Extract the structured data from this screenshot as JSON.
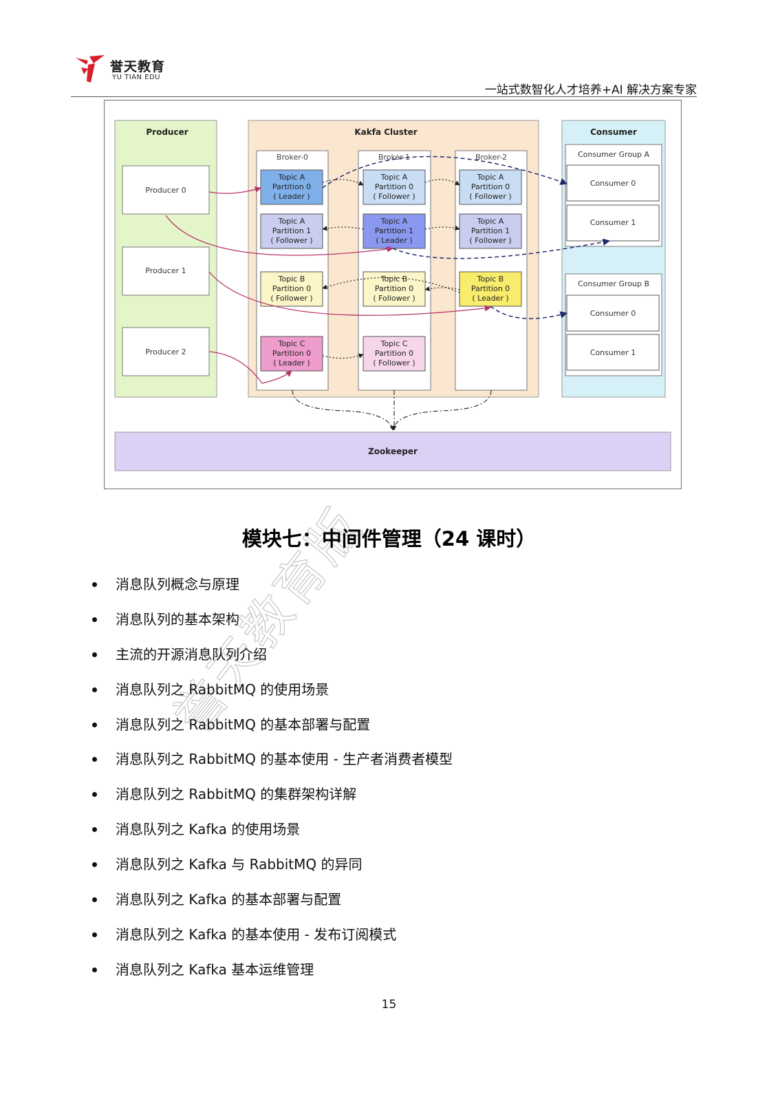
{
  "header": {
    "logo_cn": "誉天教育",
    "logo_en": "YU TIAN EDU",
    "tagline": "一站式数智化人才培养+AI 解决方案专家",
    "colors": {
      "logo_red": "#d8202a",
      "rule": "#555555"
    }
  },
  "diagram": {
    "producer_group": {
      "title": "Producer",
      "items": [
        "Producer 0",
        "Producer 1",
        "Producer 2"
      ]
    },
    "cluster": {
      "title": "Kakfa Cluster",
      "brokers": [
        {
          "name": "Broker-0",
          "partitions": [
            {
              "topic": "Topic A",
              "partition": "Partition 0",
              "role": "( Leader )"
            },
            {
              "topic": "Topic A",
              "partition": "Partition 1",
              "role": "( Follower )"
            },
            {
              "topic": "Topic B",
              "partition": "Partition 0",
              "role": "( Follower )"
            },
            {
              "topic": "Topic C",
              "partition": "Partition 0",
              "role": "( Leader )"
            }
          ]
        },
        {
          "name": "Broker-1",
          "partitions": [
            {
              "topic": "Topic A",
              "partition": "Partition 0",
              "role": "( Follower )"
            },
            {
              "topic": "Topic A",
              "partition": "Partition 1",
              "role": "( Leader )"
            },
            {
              "topic": "Topic B",
              "partition": "Partition 0",
              "role": "( Follower )"
            },
            {
              "topic": "Topic C",
              "partition": "Partition 0",
              "role": "( Follower )"
            }
          ]
        },
        {
          "name": "Broker-2",
          "partitions": [
            {
              "topic": "Topic A",
              "partition": "Partition 0",
              "role": "( Follower )"
            },
            {
              "topic": "Topic A",
              "partition": "Partition 1",
              "role": "( Follower )"
            },
            {
              "topic": "Topic B",
              "partition": "Partition 0",
              "role": "( Leader )"
            }
          ]
        }
      ]
    },
    "consumer_group": {
      "title": "Consumer",
      "groups": [
        {
          "name": "Consumer Group A",
          "items": [
            "Consumer 0",
            "Consumer 1"
          ]
        },
        {
          "name": "Consumer Group B",
          "items": [
            "Consumer 0",
            "Consumer 1"
          ]
        }
      ]
    },
    "zookeeper": "Zookeeper",
    "colors": {
      "producer_bg": "#e4f5c9",
      "cluster_bg": "#fbe6cf",
      "consumer_bg": "#d5f1f7",
      "zookeeper_bg": "#ddd0f5",
      "topic_a_leader": "#7fb0ea",
      "topic_a_p0_follower": "#c8ddf3",
      "topic_a_p1_leader": "#8b98ef",
      "topic_a_p1_follower": "#c9cdef",
      "topic_b_leader": "#f8ec6c",
      "topic_b_follower": "#fbf5c8",
      "topic_c_leader": "#ee9ccb",
      "topic_c_follower": "#f6d6ea",
      "produce_arrow": "#b8336a",
      "consume_arrow": "#1e2a6b"
    }
  },
  "module": {
    "title": "模块七：中间件管理（24 课时）",
    "bullets": [
      "消息队列概念与原理",
      "消息队列的基本架构",
      "主流的开源消息队列介绍",
      "消息队列之 RabbitMQ 的使用场景",
      "消息队列之 RabbitMQ 的基本部署与配置",
      "消息队列之 RabbitMQ 的基本使用 - 生产者消费者模型",
      "消息队列之 RabbitMQ 的集群架构详解",
      "消息队列之 Kafka 的使用场景",
      "消息队列之 Kafka 与 RabbitMQ 的异同",
      "消息队列之 Kafka 的基本部署与配置",
      "消息队列之 Kafka 的基本使用 - 发布订阅模式",
      "消息队列之 Kafka 基本运维管理"
    ]
  },
  "watermark": "誉天教育版",
  "page_number": "15"
}
